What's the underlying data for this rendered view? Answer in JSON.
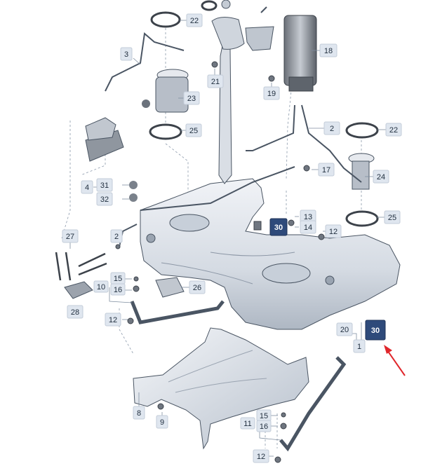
{
  "diagram": {
    "callouts": [
      {
        "id": "c22a",
        "label": "22",
        "style": "light"
      },
      {
        "id": "c3",
        "label": "3",
        "style": "light"
      },
      {
        "id": "c23",
        "label": "23",
        "style": "light"
      },
      {
        "id": "c21",
        "label": "21",
        "style": "light"
      },
      {
        "id": "c19",
        "label": "19",
        "style": "light"
      },
      {
        "id": "c18",
        "label": "18",
        "style": "light"
      },
      {
        "id": "c25a",
        "label": "25",
        "style": "light"
      },
      {
        "id": "c2a",
        "label": "2",
        "style": "light"
      },
      {
        "id": "c22b",
        "label": "22",
        "style": "light"
      },
      {
        "id": "c17",
        "label": "17",
        "style": "light"
      },
      {
        "id": "c24",
        "label": "24",
        "style": "light"
      },
      {
        "id": "c4",
        "label": "4",
        "style": "light"
      },
      {
        "id": "c31",
        "label": "31",
        "style": "light"
      },
      {
        "id": "c32",
        "label": "32",
        "style": "light"
      },
      {
        "id": "c13",
        "label": "13",
        "style": "light"
      },
      {
        "id": "c30a",
        "label": "30",
        "style": "dark"
      },
      {
        "id": "c14",
        "label": "14",
        "style": "light"
      },
      {
        "id": "c25b",
        "label": "25",
        "style": "light"
      },
      {
        "id": "c27",
        "label": "27",
        "style": "light"
      },
      {
        "id": "c2b",
        "label": "2",
        "style": "light"
      },
      {
        "id": "c12a",
        "label": "12",
        "style": "light"
      },
      {
        "id": "c15a",
        "label": "15",
        "style": "light"
      },
      {
        "id": "c10",
        "label": "10",
        "style": "light"
      },
      {
        "id": "c16a",
        "label": "16",
        "style": "light"
      },
      {
        "id": "c26",
        "label": "26",
        "style": "light"
      },
      {
        "id": "c28",
        "label": "28",
        "style": "light"
      },
      {
        "id": "c12b",
        "label": "12",
        "style": "light"
      },
      {
        "id": "c20",
        "label": "20",
        "style": "light"
      },
      {
        "id": "c30b",
        "label": "30",
        "style": "dark"
      },
      {
        "id": "c1",
        "label": "1",
        "style": "light"
      },
      {
        "id": "c8",
        "label": "8",
        "style": "light"
      },
      {
        "id": "c9",
        "label": "9",
        "style": "light"
      },
      {
        "id": "c15b",
        "label": "15",
        "style": "light"
      },
      {
        "id": "c11",
        "label": "11",
        "style": "light"
      },
      {
        "id": "c16b",
        "label": "16",
        "style": "light"
      },
      {
        "id": "c12c",
        "label": "12",
        "style": "light"
      }
    ],
    "colors": {
      "callout_bg": "#dfe6ef",
      "callout_dark_bg": "#2e4a7a",
      "part_fill": "#e4e8ee",
      "part_shade": "#b9c1cc",
      "arrow": "#e0262b"
    }
  }
}
